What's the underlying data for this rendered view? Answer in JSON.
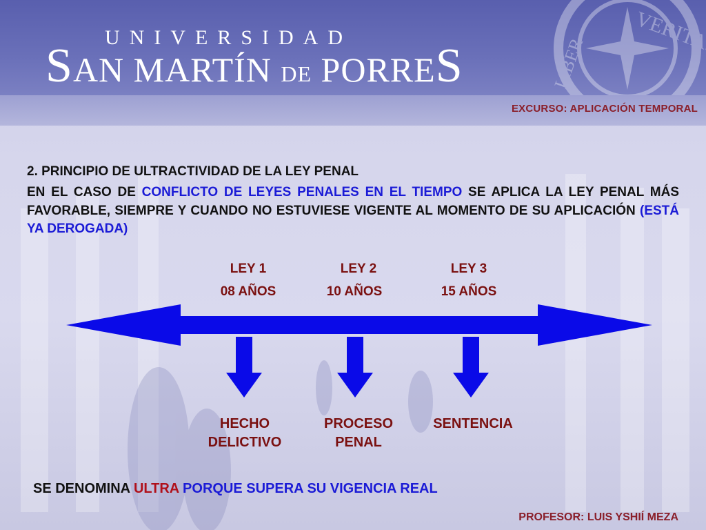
{
  "header": {
    "brand_top": "UNIVERSIDAD",
    "brand_initial_1": "S",
    "brand_part_1": "AN MARTÍN",
    "brand_de": "DE",
    "brand_part_2": "PORRE",
    "brand_initial_2": "S",
    "seal_text_1": "VERITAS",
    "seal_text_2": "LIBER",
    "topic": "EXCURSO: APLICACIÓN TEMPORAL"
  },
  "content": {
    "heading": "2. PRINCIPIO DE ULTRACTIVIDAD DE LA LEY PENAL",
    "para_1": "EN EL CASO DE ",
    "para_highlight_1": "CONFLICTO DE LEYES PENALES EN EL TIEMPO",
    "para_2": " SE APLICA LA LEY PENAL MÁS FAVORABLE, SIEMPRE Y CUANDO NO ESTUVIESE VIGENTE AL MOMENTO DE SU APLICACIÓN ",
    "para_highlight_2": "(ESTÁ YA DEROGADA)"
  },
  "laws": [
    {
      "name": "LEY 1",
      "years": "08 AÑOS"
    },
    {
      "name": "LEY 2",
      "years": "10 AÑOS"
    },
    {
      "name": "LEY 3",
      "years": "15 AÑOS"
    }
  ],
  "events": [
    {
      "line1": "HECHO",
      "line2": "DELICTIVO"
    },
    {
      "line1": "PROCESO",
      "line2": "PENAL"
    },
    {
      "line1": "SENTENCIA",
      "line2": ""
    }
  ],
  "conclusion": {
    "part_1": "SE DENOMINA ",
    "highlight_red": "ULTRA",
    "highlight_blue": " PORQUE SUPERA SU VIGENCIA REAL"
  },
  "footer": {
    "professor": "PROFESOR: LUIS YSHIÍ MEZA"
  },
  "colors": {
    "arrow": "#0a0ae8",
    "accent_red": "#b0101a",
    "accent_blue": "#1b1bd6",
    "header": "#5e63b0"
  }
}
